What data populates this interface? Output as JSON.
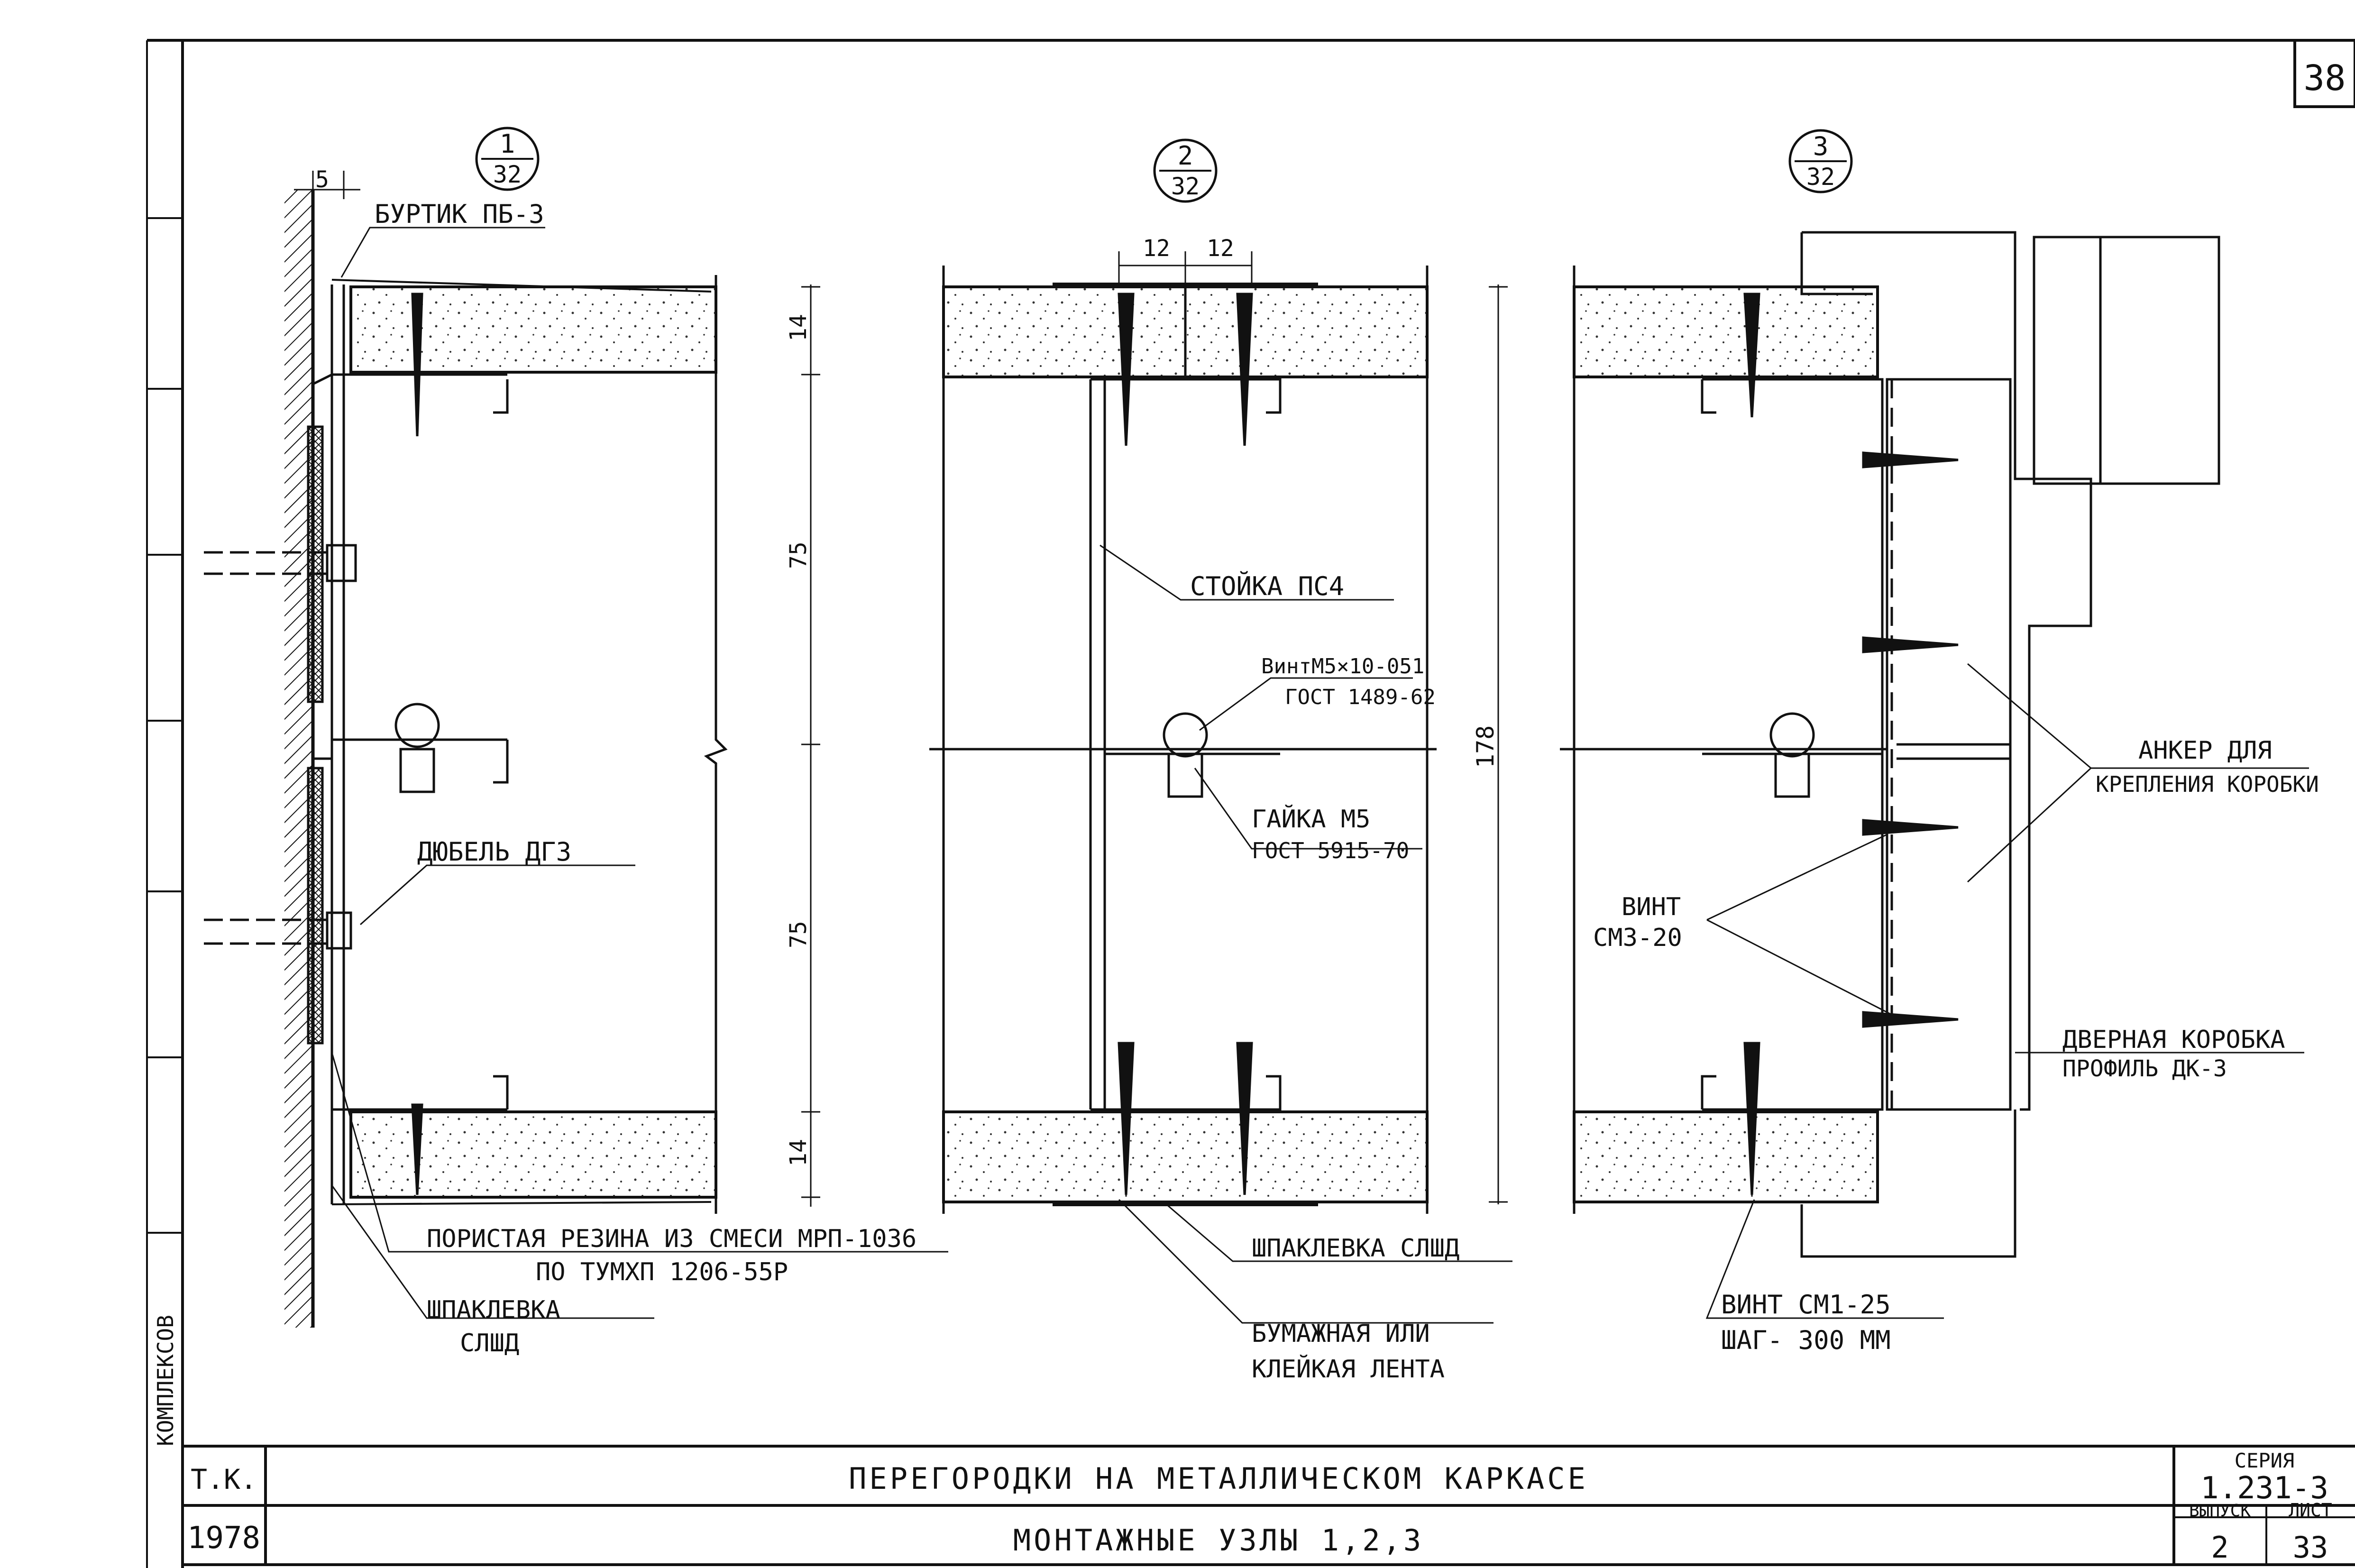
{
  "sheet_number": "38",
  "details": [
    {
      "num": "1",
      "den": "32"
    },
    {
      "num": "2",
      "den": "32"
    },
    {
      "num": "3",
      "den": "32"
    }
  ],
  "labels": {
    "burtik": "БУРТИК ПБ-3",
    "stoika": "СТОЙКА ПС4",
    "vint_m5_1": "ВинтМ5×10-051",
    "vint_m5_2": "ГОСТ 1489-62",
    "gaika_1": "ГАЙКА М5",
    "gaika_2": "ГОСТ 5915-70",
    "dyubel": "ДЮБЕЛЬ ДГЗ",
    "vint_sm3_1": "ВИНТ",
    "vint_sm3_2": "СМ3-20",
    "ankor_1": "АНКЕР ДЛЯ",
    "ankor_2": "КРЕПЛЕНИЯ КОРОБКИ",
    "korobka_1": "ДВЕРНАЯ КОРОБКА",
    "korobka_2": "ПРОФИЛЬ ДК-3",
    "rezina_1": "ПОРИСТАЯ РЕЗИНА ИЗ СМЕСИ МРП-1036",
    "rezina_2": "ПО ТУМХП 1206-55Р",
    "shpak_1": "ШПАКЛЕВКА",
    "shpak_2": "СЛШД",
    "shpak_mid": "ШПАКЛЕВКА СЛШД",
    "lenta_1": "БУМАЖНАЯ ИЛИ",
    "lenta_2": "КЛЕЙКАЯ ЛЕНТА",
    "vint_sm1_1": "ВИНТ СМ1-25",
    "vint_sm1_2": "ШАГ- 300 ММ"
  },
  "dimensions": {
    "d5": "5",
    "d12a": "12",
    "d12b": "12",
    "d14a": "14",
    "d75a": "75",
    "d75b": "75",
    "d14b": "14",
    "d178": "178"
  },
  "margin_text": "КОМПЛЕКСОВ",
  "title_block": {
    "org": "Т.К.",
    "year": "1978",
    "title": "ПЕРЕГОРОДКИ НА МЕТАЛЛИЧЕСКОМ КАРКАСЕ",
    "subtitle": "МОНТАЖНЫЕ УЗЛЫ 1,2,3",
    "series_label": "СЕРИЯ",
    "series": "1.231-3",
    "issue_label": "ВЫПУСК",
    "issue": "2",
    "sheet_label": "ЛИСТ",
    "sheet": "33"
  }
}
